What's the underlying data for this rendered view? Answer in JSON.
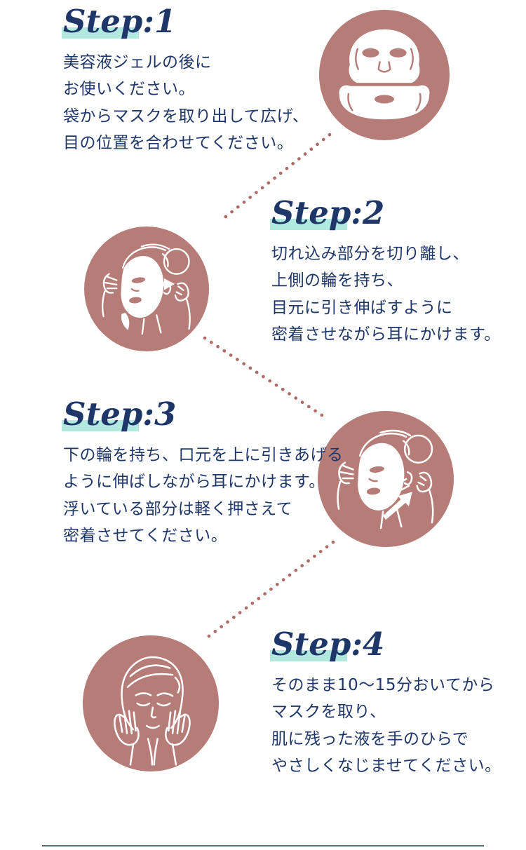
{
  "colors": {
    "background": "#ffffff",
    "text_navy": "#1e3768",
    "highlight_mint": "#b2e9de",
    "circle_rose": "#b67c77",
    "dot_rose": "#ad6a64",
    "divider_slate": "#56707f",
    "illustration_white": "#ffffff"
  },
  "steps": [
    {
      "title": "Step:1",
      "lines": [
        "美容液ジェルの後に",
        "お使いください。",
        "袋からマスクを取り出して広げ、",
        "目の位置を合わせてください。"
      ],
      "icon": "sheet-mask-icon"
    },
    {
      "title": "Step:2",
      "lines": [
        "切れ込み部分を切り離し、",
        "上側の輪を持ち、",
        "目元に引き伸ばすように",
        "密着させながら耳にかけます。"
      ],
      "icon": "mask-apply-upper-icon"
    },
    {
      "title": "Step:3",
      "lines": [
        "下の輪を持ち、口元を上に引きあげる",
        "ように伸ばしながら耳にかけます。",
        "浮いている部分は軽く押さえて",
        "密着させてください。"
      ],
      "icon": "mask-apply-lower-icon"
    },
    {
      "title": "Step:4",
      "lines": [
        "そのまま10〜15分おいてから",
        "マスクを取り、",
        "肌に残った液を手のひらで",
        "やさしくなじませてください。"
      ],
      "icon": "face-relax-icon"
    }
  ]
}
